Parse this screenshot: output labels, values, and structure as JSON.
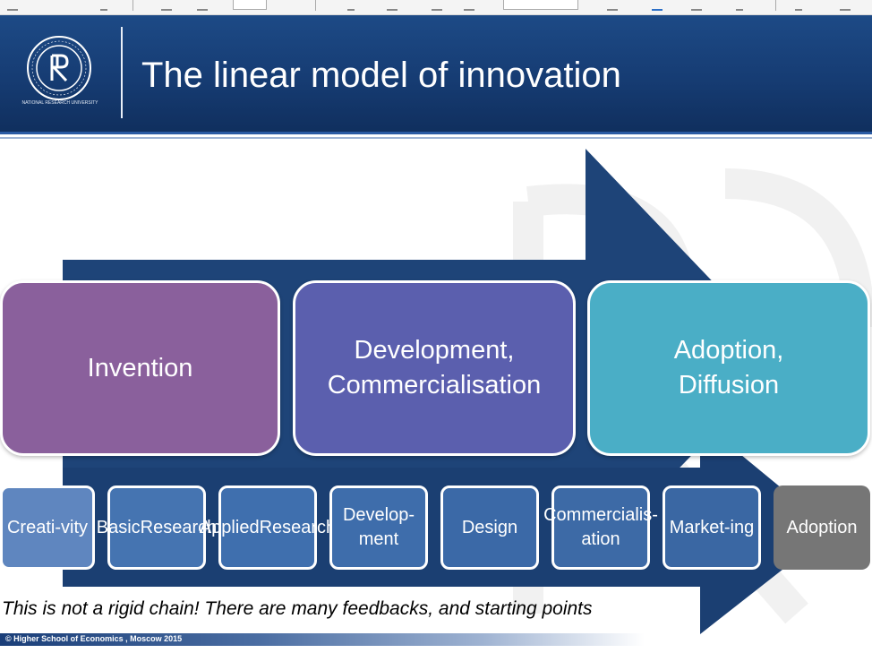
{
  "slide": {
    "title": "The linear model of innovation",
    "logo_caption": "NATIONAL RESEARCH UNIVERSITY",
    "note": "This is not a rigid chain!  There are many feedbacks, and starting points",
    "footer": "© Higher School of Economics , Moscow 2015"
  },
  "stages": [
    {
      "lines": [
        "Invention"
      ],
      "color": "#8a609c"
    },
    {
      "lines": [
        "Development,",
        "Commercialisation"
      ],
      "color": "#5b5fae"
    },
    {
      "lines": [
        "Adoption,",
        "Diffusion"
      ],
      "color": "#4aaec6"
    }
  ],
  "steps": [
    {
      "lines": [
        "Creati-",
        "vity"
      ],
      "color": "#5f86bf"
    },
    {
      "lines": [
        "Basic",
        "Research"
      ],
      "color": "#4574b1"
    },
    {
      "lines": [
        "Applied",
        "Research"
      ],
      "color": "#3f6fae"
    },
    {
      "lines": [
        "Develop",
        "-ment"
      ],
      "color": "#3e6dab"
    },
    {
      "lines": [
        "Design"
      ],
      "color": "#3b69a7"
    },
    {
      "lines": [
        "Commer",
        "cialis-",
        "ation"
      ],
      "color": "#3d6aa6"
    },
    {
      "lines": [
        "Market-",
        "ing"
      ],
      "color": "#3a67a3"
    },
    {
      "lines": [
        "Adoption"
      ],
      "color": "#767676"
    }
  ],
  "colors": {
    "header": "#163c73",
    "big_arrow": "#1e4478",
    "small_arrow": "#1b3f72"
  }
}
